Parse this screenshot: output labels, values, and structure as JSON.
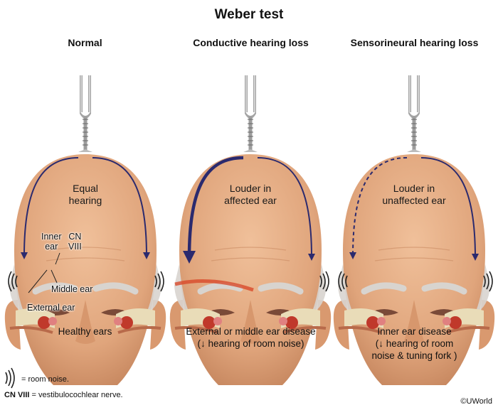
{
  "title": "Weber test",
  "panels": [
    {
      "heading": "Normal",
      "head_text": "Equal\nhearing",
      "caption": "Healthy ears",
      "labels": {
        "inner_ear": "Inner\near",
        "cn_viii": "CN\nVIII",
        "middle_ear": "Middle ear",
        "external_ear": "External ear"
      }
    },
    {
      "heading": "Conductive hearing loss",
      "head_text": "Louder in\naffected ear",
      "caption": "External or middle ear disease\n(↓ hearing of room noise)"
    },
    {
      "heading": "Sensorineural hearing loss",
      "head_text": "Louder in\nunaffected ear",
      "caption": "Inner ear disease\n(↓ hearing of room\nnoise & tuning fork )"
    }
  ],
  "legend": {
    "room_noise_text": "= room noise.",
    "cn_abbr": "CN VIII",
    "cn_text": "= vestibulocochlear nerve."
  },
  "copyright": "©UWorld",
  "colors": {
    "skin": "#e6ae85",
    "skin_dark": "#c98a62",
    "arrow": "#2b2a6e",
    "bone": "#e9dcb8",
    "ear_red": "#c0392b",
    "hair": "#d8d4cf"
  }
}
